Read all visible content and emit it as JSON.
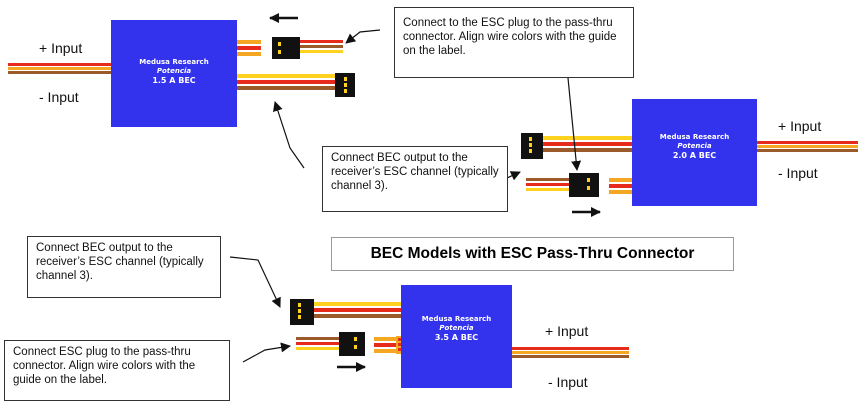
{
  "colors": {
    "bec_blue": "#3333ee",
    "wire_red": "#e62a1c",
    "wire_orange": "#f5a623",
    "wire_brown": "#9b5a2a",
    "wire_yellow": "#ffd21f",
    "connector": "#111111"
  },
  "title": "BEC Models with ESC Pass-Thru Connector",
  "units": [
    {
      "brand": "Medusa Research",
      "model": "Potencia",
      "rating": "1.5 A BEC",
      "plus_label": "+ Input",
      "minus_label": "- Input"
    },
    {
      "brand": "Medusa Research",
      "model": "Potencia",
      "rating": "2.0 A BEC",
      "plus_label": "+ Input",
      "minus_label": "- Input"
    },
    {
      "brand": "Medusa Research",
      "model": "Potencia",
      "rating": "3.5 A BEC",
      "plus_label": "+ Input",
      "minus_label": "- Input"
    }
  ],
  "notes": {
    "esc_plug_top": "Connect to the ESC plug to the pass-thru connector.  Align wire colors with the guide on the label.",
    "receiver_top": "Connect BEC output to the receiver’s ESC channel (typically channel 3).",
    "receiver_bottom": "Connect BEC output to the receiver’s ESC channel (typically channel 3).",
    "esc_plug_bottom": "Connect ESC plug to the pass-thru connector.  Align wire colors with the guide on the label."
  },
  "icons": [
    "left-arrow-icon",
    "right-arrow-icon",
    "pointer-arrow-icon",
    "connector-plug-icon"
  ]
}
